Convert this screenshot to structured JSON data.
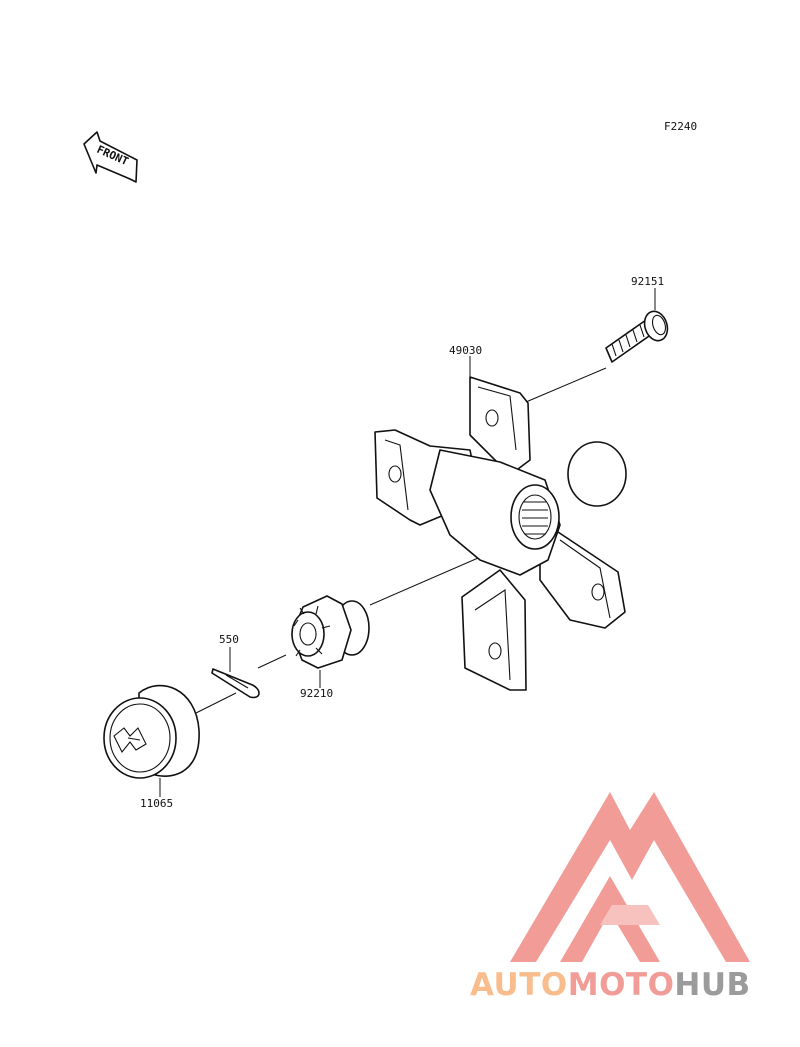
{
  "diagram": {
    "code": "F2240",
    "front_label": "FRONT",
    "parts": [
      {
        "number": "92151",
        "name": "bolt"
      },
      {
        "number": "49030",
        "name": "hub"
      },
      {
        "number": "550",
        "name": "cotter-pin"
      },
      {
        "number": "92210",
        "name": "castle-nut"
      },
      {
        "number": "11065",
        "name": "hub-cap"
      }
    ]
  },
  "watermark": {
    "part1": "AUTO",
    "part2": "MOTO",
    "part3": "HUB",
    "colors": {
      "accent_light": "#f8b27a",
      "accent_red": "#ef8b86",
      "gray": "#8a8a8a"
    }
  }
}
